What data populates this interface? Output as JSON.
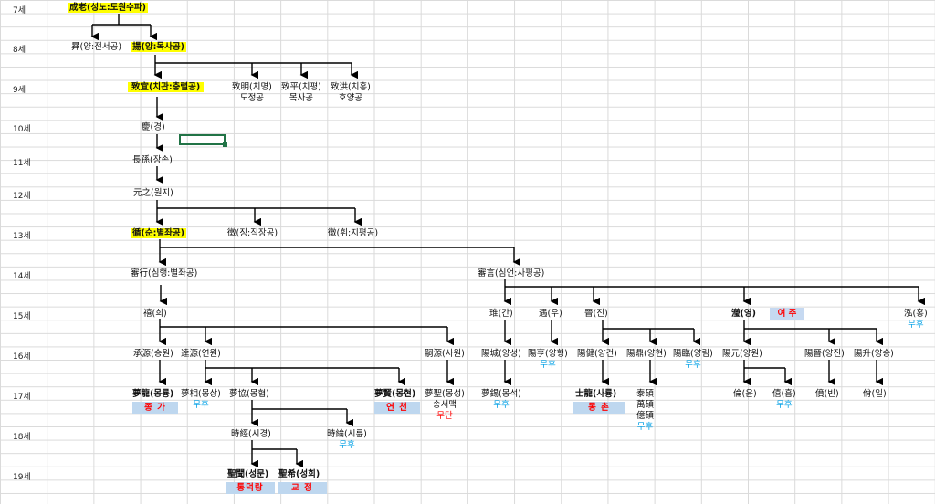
{
  "generations": [
    "7세",
    "8세",
    "9세",
    "10세",
    "11세",
    "12세",
    "13세",
    "14세",
    "15세",
    "16세",
    "17세",
    "18세",
    "19세"
  ],
  "people": {
    "g7_founder": "成老(성노:도원수파)",
    "g8_p1": "昪(양:전서공)",
    "g8_p2": "揚(양:목사공)",
    "g9_p1": "致宜(치관:충렬공)",
    "g9_p2": "致明(치명)",
    "g9_p2_sub": "도정공",
    "g9_p3": "致平(치평)",
    "g9_p3_sub": "목사공",
    "g9_p4": "致洪(치홍)",
    "g9_p4_sub": "호양공",
    "g10": "慶(경)",
    "g11": "長孫(장손)",
    "g12": "元之(원지)",
    "g13_p1": "循(순:별좌공)",
    "g13_p2": "徵(징:직장공)",
    "g13_p3": "徽(휘:지평공)",
    "g14_p1": "審行(심행:별좌공)",
    "g14_p2": "審言(심언:사평공)",
    "g15_p1": "禧(희)",
    "g15_p2": "琟(간)",
    "g15_p3": "遇(우)",
    "g15_p4": "晉(진)",
    "g15_p5": "瀅(영)",
    "g15_p5_tag": "여 주",
    "g15_p6": "泓(홍)",
    "g15_p6_sub": "무후",
    "g16_p1": "承源(승원)",
    "g16_p2": "達源(연원)",
    "g16_p3": "嗣源(사원)",
    "g16_p4": "陽城(양성)",
    "g16_p5": "陽亨(양형)",
    "g16_p5_sub": "무후",
    "g16_p6": "陽健(양건)",
    "g16_p7": "陽鼎(양현)",
    "g16_p8": "陽臨(양림)",
    "g16_p8_sub": "무후",
    "g16_p9": "陽元(양원)",
    "g16_p10": "陽晉(양진)",
    "g16_p11": "陽升(양승)",
    "g17_p1": "夢龍(몽룡)",
    "g17_p1_tag": "종 가",
    "g17_p2": "夢相(몽상)",
    "g17_p2_sub": "무후",
    "g17_p3": "夢協(몽협)",
    "g17_p4": "夢賢(몽현)",
    "g17_p4_tag": "연 천",
    "g17_p5": "夢聖(몽성)",
    "g17_p5_sub": "송서맥",
    "g17_p5_sub2": "무단",
    "g17_p6": "夢錫(몽석)",
    "g17_p6_sub": "무후",
    "g17_p7": "士龍(사룡)",
    "g17_p7_tag": "몽 촌",
    "g17_p8a": "泰碩",
    "g17_p8b": "萬碩",
    "g17_p8c": "億碩",
    "g17_p8_sub": "무후",
    "g17_p9": "倫(윤)",
    "g17_p10": "僖(흡)",
    "g17_p10_sub": "무후",
    "g17_p11": "僨(빈)",
    "g17_p12": "佾(일)",
    "g18_p1": "時經(시경)",
    "g18_p2": "時綸(시륜)",
    "g18_p2_sub": "무후",
    "g19_p1": "聖聞(성문)",
    "g19_p1_tag": "통덕랑",
    "g19_p2": "聖希(성희)",
    "g19_p2_tag": "교 정"
  },
  "colors": {
    "highlight": "#ffff00",
    "tag_bg": "#bed7ef",
    "tag_text": "#ff0000",
    "no_heir": "#00a0e6",
    "line": "#000000"
  }
}
